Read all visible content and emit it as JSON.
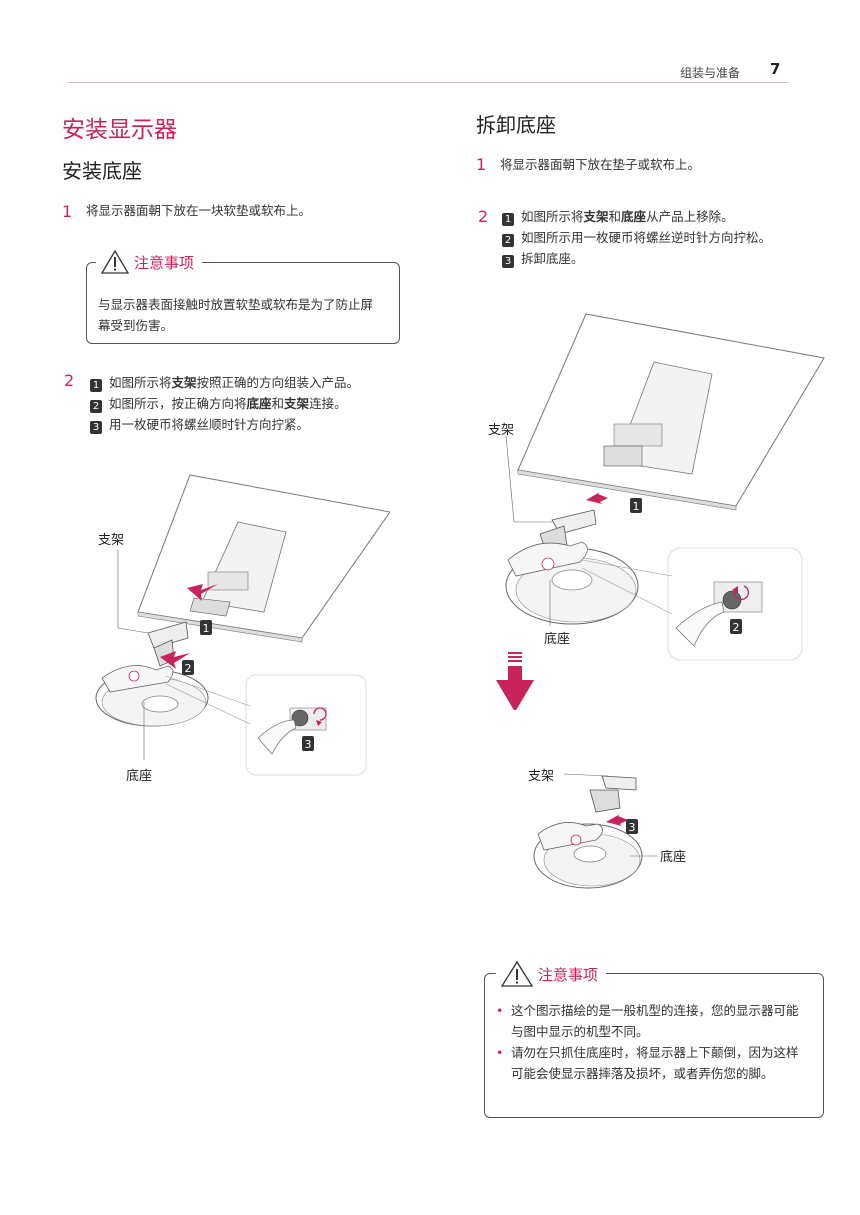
{
  "header": {
    "section": "组装与准备",
    "page": "7"
  },
  "left": {
    "title": "安装显示器",
    "subtitle": "安装底座",
    "step1": {
      "num": "1",
      "text": "将显示器面朝下放在一块软垫或软布上。"
    },
    "caution": {
      "title": "注意事项",
      "text": "与显示器表面接触时放置软垫或软布是为了防止屏幕受到伤害。"
    },
    "step2": {
      "num": "2",
      "items": [
        {
          "badge": "1",
          "pre": "如图所示将",
          "b1": "支架",
          "mid": "按照正确的方向组装入产品。",
          "b2": "",
          "post": ""
        },
        {
          "badge": "2",
          "pre": "如图所示，按正确方向将",
          "b1": "底座",
          "mid": "和",
          "b2": "支架",
          "post": "连接。"
        },
        {
          "badge": "3",
          "pre": "用一枚硬币将螺丝顺时针方向拧紧。",
          "b1": "",
          "mid": "",
          "b2": "",
          "post": ""
        }
      ]
    },
    "figure": {
      "label_stand": "支架",
      "label_base": "底座",
      "callouts": [
        "1",
        "2",
        "3"
      ]
    }
  },
  "right": {
    "title": "拆卸底座",
    "step1": {
      "num": "1",
      "text": "将显示器面朝下放在垫子或软布上。"
    },
    "step2": {
      "num": "2",
      "items": [
        {
          "badge": "1",
          "pre": "如图所示将",
          "b1": "支架",
          "mid": "和",
          "b2": "底座",
          "post": "从产品上移除。"
        },
        {
          "badge": "2",
          "pre": "如图所示用一枚硬币将螺丝逆时针方向拧松。",
          "b1": "",
          "mid": "",
          "b2": "",
          "post": ""
        },
        {
          "badge": "3",
          "pre": "拆卸底座。",
          "b1": "",
          "mid": "",
          "b2": "",
          "post": ""
        }
      ]
    },
    "figure1": {
      "label_stand": "支架",
      "label_base": "底座",
      "callouts": [
        "1",
        "2"
      ]
    },
    "figure2": {
      "label_stand": "支架",
      "label_base": "底座",
      "callouts": [
        "3"
      ]
    },
    "caution": {
      "title": "注意事项",
      "notes": [
        "这个图示描绘的是一般机型的连接，您的显示器可能与图中显示的机型不同。",
        "请勿在只抓住底座时，将显示器上下颠倒，因为这样可能会使显示器摔落及损坏，或者弄伤您的脚。"
      ]
    }
  },
  "colors": {
    "accent": "#c8235a",
    "text": "#333333",
    "rule": "#d9b9c9"
  }
}
